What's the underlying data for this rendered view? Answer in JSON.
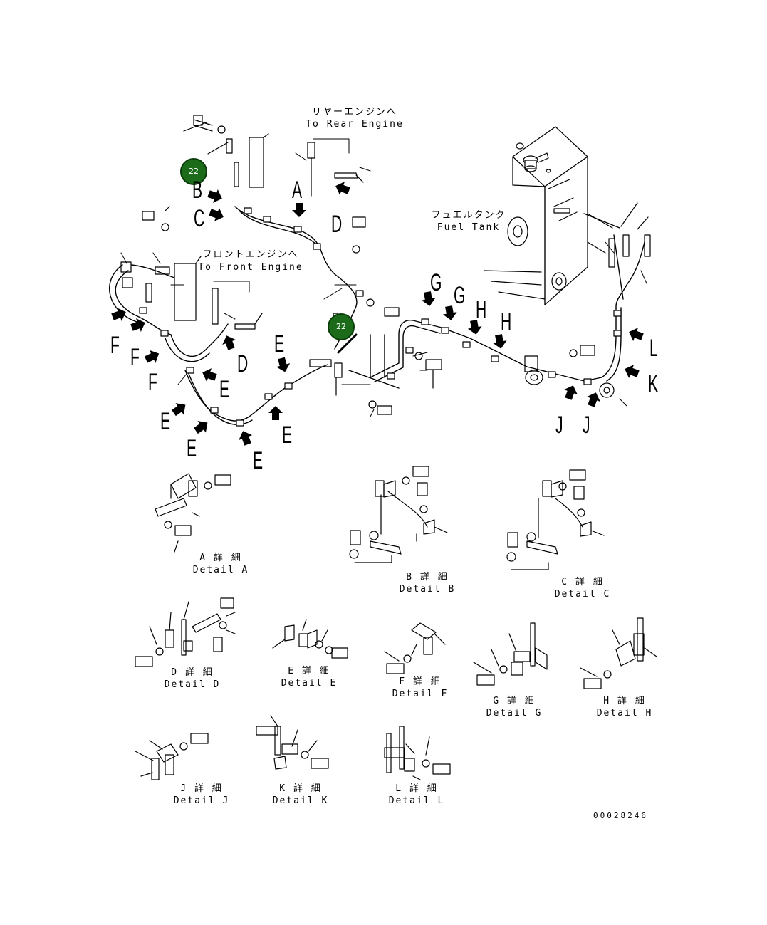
{
  "callouts": {
    "rear_jp": "リヤーエンジンへ",
    "rear_en": "To Rear Engine",
    "front_jp": "フロントエンジンへ",
    "front_en": "To Front Engine",
    "tank_jp": "フュエルタンク",
    "tank_en": "Fuel Tank"
  },
  "badges": [
    "22",
    "22"
  ],
  "letters": {
    "B": "B",
    "C": "C",
    "A": "A",
    "D": "D",
    "F": "F",
    "E": "E",
    "G": "G",
    "H": "H",
    "J": "J",
    "K": "K",
    "L": "L"
  },
  "details": [
    {
      "jp": "A 詳 細",
      "en": "Detail A"
    },
    {
      "jp": "B 詳 細",
      "en": "Detail B"
    },
    {
      "jp": "C 詳 細",
      "en": "Detail C"
    },
    {
      "jp": "D 詳 細",
      "en": "Detail D"
    },
    {
      "jp": "E 詳 細",
      "en": "Detail E"
    },
    {
      "jp": "F 詳 細",
      "en": "Detail F"
    },
    {
      "jp": "G 詳 細",
      "en": "Detail G"
    },
    {
      "jp": "H 詳 細",
      "en": "Detail H"
    },
    {
      "jp": "J 詳 細",
      "en": "Detail J"
    },
    {
      "jp": "K 詳 細",
      "en": "Detail K"
    },
    {
      "jp": "L 詳 細",
      "en": "Detail L"
    }
  ],
  "drawing_number": "00028246",
  "colors": {
    "badge": "#1b6b1b",
    "line": "#000000",
    "background": "#ffffff"
  }
}
